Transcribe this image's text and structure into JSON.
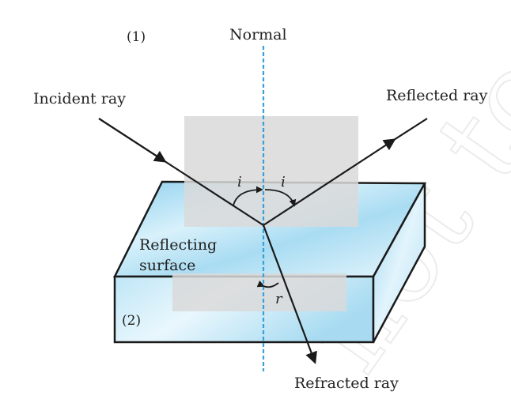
{
  "labels": {
    "medium_1": "(1)",
    "medium_2": "(2)",
    "normal": "Normal",
    "incident_ray": "Incident ray",
    "reflected_ray": "Reflected ray",
    "refracted_ray": "Refracted ray",
    "reflecting_surface_line1": "Reflecting",
    "reflecting_surface_line2": "surface",
    "angle_incidence": "i",
    "angle_reflection": "i",
    "angle_refraction": "r"
  },
  "watermark": "not to be ©",
  "colors": {
    "ray": "#1a1a1a",
    "normal_line": "#3aa0d8",
    "glass_light": "#eaf7fd",
    "glass_mid": "#bfe6f6",
    "glass_dark": "#8fd0ee",
    "overlay_gray": "#d9d9d9",
    "text": "#222222"
  }
}
